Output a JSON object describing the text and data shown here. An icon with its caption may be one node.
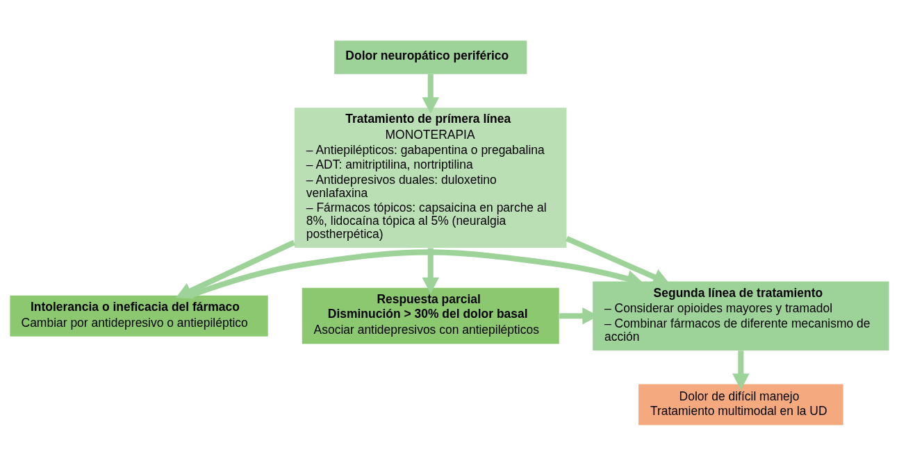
{
  "diagram": {
    "nodes": [
      {
        "text": [
          "Dolor neuropático periférico"
        ]
      },
      {
        "text": [
          "Tratamiento de prímera línea",
          "MONOTERAPIA",
          "– Antiepilépticos: gabapentina o pregabalina",
          "– ADT: amitriptilina, nortriptilina",
          "– Antidepresivos duales: duloxetino venlafaxina",
          "– Fármacos tópicos: capsaicina en parche al 8%, lidocaína tópica al 5% (neuralgia postherpética)"
        ]
      },
      {
        "text": [
          "Intolerancia o ineficacia del fármaco",
          "Cambiar por antidepresivo o antiepiléptico"
        ]
      },
      {
        "text": [
          "Segunda línea de tratamiento",
          "– Considerar opioides mayores y tramadol",
          "– Combinar fármacos de diferente mecanismo de acción"
        ]
      },
      {
        "text": [
          "Respuesta parcial",
          "Disminución > 30% del dolor basal",
          "Asociar antidepresivos con antiepilépticos"
        ]
      },
      {
        "text": [
          "Dolor de difícil manejo",
          "Tratamiento multimodal en la UD"
        ]
      }
    ],
    "edges": [
      {
        "from": 0,
        "to": 1,
        "arrow": "to"
      },
      {
        "from": 1,
        "to": 2,
        "arrow": "to"
      },
      {
        "from": 1,
        "to": 3,
        "arrow": "to"
      },
      {
        "from": 1,
        "to": 4,
        "arrow": "to"
      },
      {
        "from": 2,
        "to": 3,
        "arrow": "to"
      },
      {
        "from": 4,
        "to": 3,
        "arrow": "to"
      },
      {
        "from": 3,
        "to": 5,
        "arrow": "to"
      }
    ]
  }
}
